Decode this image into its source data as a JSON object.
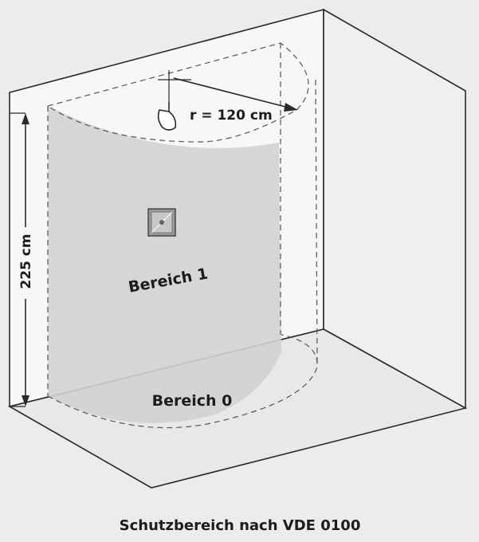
{
  "diagram": {
    "radius_label": "r = 120 cm",
    "height_label": "225 cm",
    "zone1_label": "Bereich 1",
    "zone0_label": "Bereich 0",
    "caption": "Schutzbereich nach VDE 0100",
    "icons": [
      "shower-head-icon",
      "wall-switch-icon"
    ],
    "colors": {
      "background": "#ececec",
      "wall": "#f7f7f7",
      "zone": "#d2d2d2",
      "line": "#2a2a2a"
    }
  }
}
